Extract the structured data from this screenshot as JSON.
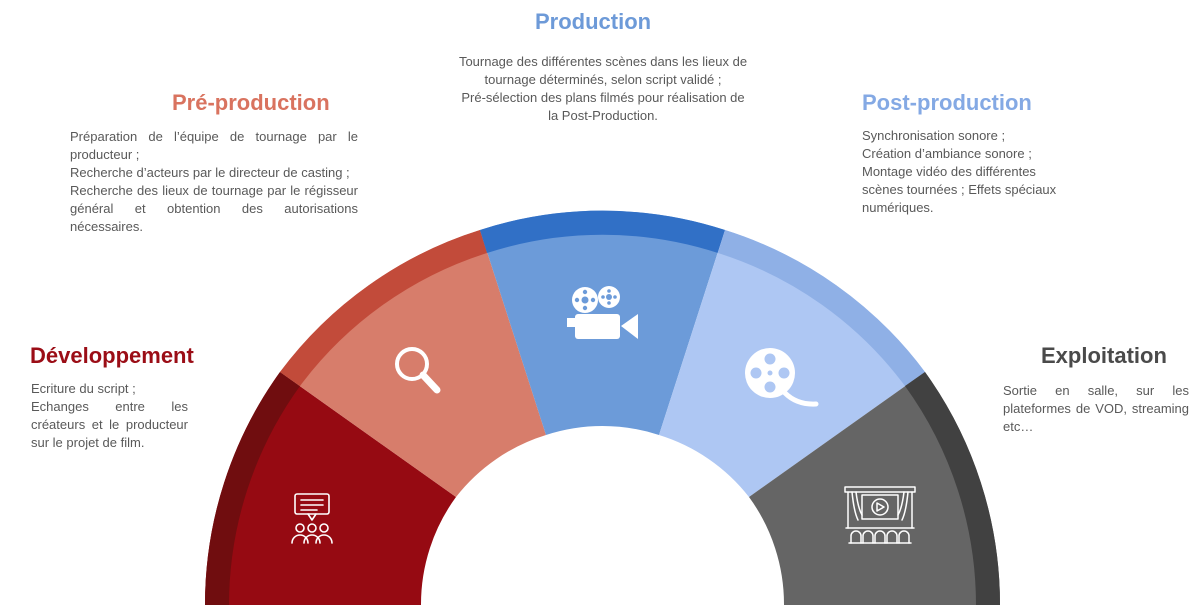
{
  "colors": {
    "developpement": "#c00000",
    "pre_production": "#e07b6a",
    "production": "#6d9ad8",
    "post_production": "#a9c3ee",
    "exploitation": "#595959"
  },
  "stages": [
    {
      "key": "developpement",
      "title": "Développement",
      "icon": "meeting-icon",
      "lines": [
        "Ecriture du script ;",
        "Echanges entre les créateurs et le producteur sur le projet de film."
      ]
    },
    {
      "key": "pre_production",
      "title": "Pré-production",
      "icon": "search-icon",
      "lines": [
        "Préparation de l’équipe de tournage par le producteur ;",
        "Recherche d’acteurs par le directeur de casting ;",
        "Recherche des lieux de tournage par le régisseur général et obtention des autorisations nécessaires."
      ]
    },
    {
      "key": "production",
      "title": "Production",
      "icon": "movie-camera-icon",
      "lines": [
        "Tournage des différentes scènes dans les lieux de tournage déterminés, selon script validé ;",
        "Pré-sélection des plans filmés pour réalisation de la Post-Production."
      ]
    },
    {
      "key": "post_production",
      "title": "Post-production",
      "icon": "film-reel-icon",
      "lines": [
        "Synchronisation sonore ;",
        "Création d’ambiance sonore ;",
        "Montage vidéo des différentes scènes tournées ; Effets spéciaux numériques."
      ]
    },
    {
      "key": "exploitation",
      "title": "Exploitation",
      "icon": "cinema-theater-icon",
      "lines": [
        "Sortie en salle, sur les plateformes de VOD, streaming etc…"
      ]
    }
  ]
}
